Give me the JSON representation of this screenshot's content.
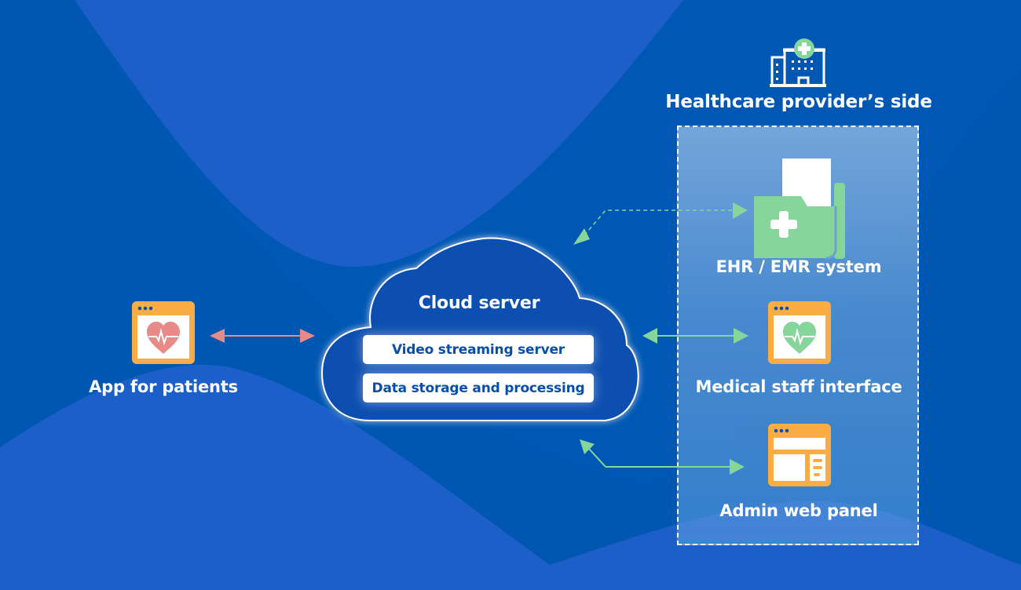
{
  "diagram": {
    "colors": {
      "background": "#0058b4",
      "accent_light_blue": "#1c5fc9",
      "arrow_patient": "#e88a88",
      "arrow_provider": "#86d59b",
      "icon_orange": "#fbad43",
      "heart_patient": "#e88a88",
      "heart_staff": "#86d59b",
      "text_primary": "#ffffff",
      "pill_text": "#0a4fa6"
    },
    "provider_side": {
      "title": "Healthcare provider’s side",
      "icon": "hospital-icon"
    },
    "cloud": {
      "title": "Cloud server",
      "components": [
        "Video streaming server",
        "Data storage and processing"
      ]
    },
    "patient_app": {
      "label": "App for patients",
      "icon": "heart-monitor-window-icon"
    },
    "nodes": {
      "ehr": {
        "label": "EHR / EMR system",
        "icon": "medical-folder-icon"
      },
      "staff": {
        "label": "Medical staff interface",
        "icon": "heart-monitor-window-icon"
      },
      "admin": {
        "label": "Admin web panel",
        "icon": "admin-dashboard-window-icon"
      }
    },
    "connections": [
      {
        "from": "App for patients",
        "to": "Cloud server",
        "style": "solid",
        "direction": "bidirectional"
      },
      {
        "from": "Cloud server",
        "to": "EHR / EMR system",
        "style": "dashed",
        "direction": "bidirectional"
      },
      {
        "from": "Cloud server",
        "to": "Medical staff interface",
        "style": "solid",
        "direction": "bidirectional"
      },
      {
        "from": "Cloud server",
        "to": "Admin web panel",
        "style": "solid",
        "direction": "bidirectional"
      }
    ]
  }
}
